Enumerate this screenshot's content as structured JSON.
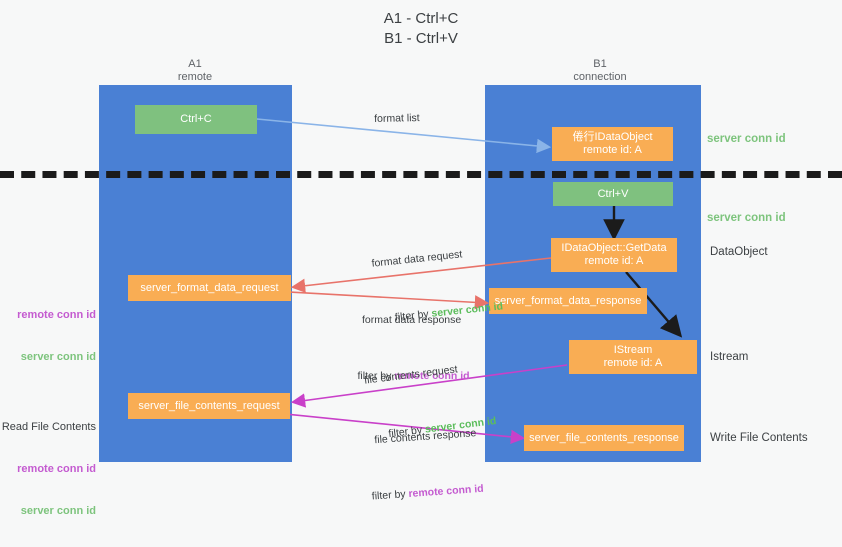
{
  "title": "A1 - Ctrl+C\nB1 - Ctrl+V",
  "colors": {
    "lane": "#4a80d4",
    "green_box": "#7fc17f",
    "orange_box": "#f9ad54",
    "server_conn_id": "#7dc47d",
    "remote_conn_id": "#c45bd0",
    "format_list_arrow": "#8ab4e8",
    "format_data_arrow": "#e8736a",
    "file_contents_arrow": "#c940c9",
    "black_arrow": "#1b1b1b",
    "divider": "#1b1b1b",
    "background": "#f7f8f8"
  },
  "lanes": [
    {
      "name": "a1",
      "header": "A1\nremote"
    },
    {
      "name": "b1",
      "header": "B1\nconnection"
    }
  ],
  "boxes": [
    {
      "name": "ctrl-c",
      "style": "green",
      "lines": [
        "Ctrl+C"
      ]
    },
    {
      "name": "idataobject",
      "style": "orange",
      "lines": [
        "倦行IDataObject",
        "remote id: A"
      ]
    },
    {
      "name": "ctrl-v",
      "style": "green",
      "lines": [
        "Ctrl+V"
      ]
    },
    {
      "name": "idataobject-getdata",
      "style": "orange",
      "lines": [
        "IDataObject::GetData",
        "remote id: A"
      ]
    },
    {
      "name": "server-format-data-request",
      "style": "orange",
      "lines": [
        "server_format_data_request"
      ]
    },
    {
      "name": "server-format-data-response",
      "style": "orange",
      "lines": [
        "server_format_data_response"
      ]
    },
    {
      "name": "istream",
      "style": "orange",
      "lines": [
        "IStream",
        "remote id: A"
      ]
    },
    {
      "name": "server-file-contents-request",
      "style": "orange",
      "lines": [
        "server_file_contents_request"
      ]
    },
    {
      "name": "server-file-contents-response",
      "style": "orange",
      "lines": [
        "server_file_contents_response"
      ]
    }
  ],
  "right_labels": [
    {
      "name": "server-conn-id-1",
      "text": "server conn id",
      "style": "green"
    },
    {
      "name": "server-conn-id-2",
      "text": "server conn id",
      "style": "green"
    },
    {
      "name": "dataobject",
      "text": "DataObject",
      "style": "dark"
    },
    {
      "name": "istream",
      "text": "Istream",
      "style": "dark"
    },
    {
      "name": "write-file-contents",
      "text": "Write File Contents",
      "style": "dark"
    }
  ],
  "left_labels": {
    "format_data": {
      "line1": "remote conn id",
      "line2": "server conn id"
    },
    "read_file_contents": {
      "heading": "Read File Contents",
      "line1": "remote conn id",
      "line2": "server conn id"
    }
  },
  "captions": {
    "format_list": "format list",
    "format_data_request": "format data request",
    "format_data_request_filter_prefix": "filter by ",
    "format_data_request_filter_value": "server conn id",
    "format_data_response": "format data response",
    "format_data_response_filter_prefix": "filter by ",
    "format_data_response_filter_value": "remote conn id",
    "file_contents_request": "file contents request",
    "file_contents_request_filter_prefix": "filter by ",
    "file_contents_request_filter_value": "server conn id",
    "file_contents_response": "file contents response",
    "file_contents_response_filter_prefix": "filter by ",
    "file_contents_response_filter_value": "remote conn id"
  }
}
